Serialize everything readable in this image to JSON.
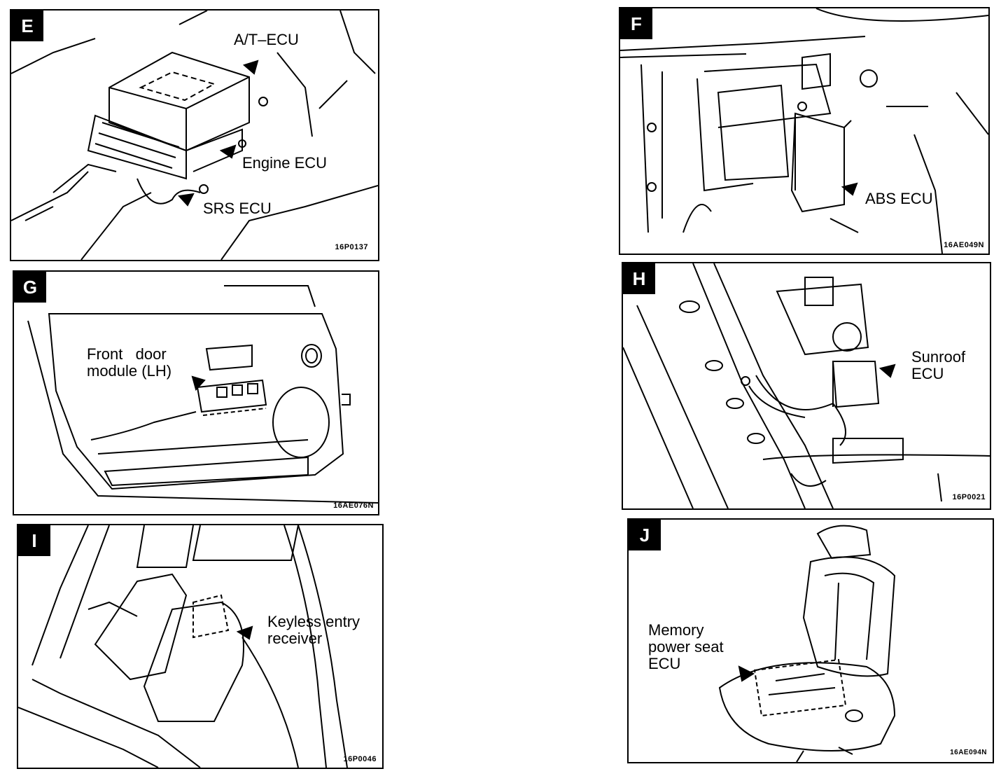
{
  "panels": {
    "E": {
      "badge": "E",
      "labels": {
        "at_ecu": "A/T–ECU",
        "engine_ecu": "Engine ECU",
        "srs_ecu": "SRS ECU"
      },
      "code": "16P0137"
    },
    "F": {
      "badge": "F",
      "labels": {
        "abs_ecu": "ABS ECU"
      },
      "code": "16AE049N"
    },
    "G": {
      "badge": "G",
      "labels": {
        "line1": "Front   door",
        "line2": "module (LH)"
      },
      "code": "16AE076N"
    },
    "H": {
      "badge": "H",
      "labels": {
        "line1": "Sunroof",
        "line2": "ECU"
      },
      "code": "16P0021"
    },
    "I": {
      "badge": "I",
      "labels": {
        "line1": "Keyless entry",
        "line2": "receiver"
      },
      "code": "16P0046"
    },
    "J": {
      "badge": "J",
      "labels": {
        "line1": "Memory",
        "line2": "power seat",
        "line3": "ECU"
      },
      "code": "16AE094N"
    }
  }
}
